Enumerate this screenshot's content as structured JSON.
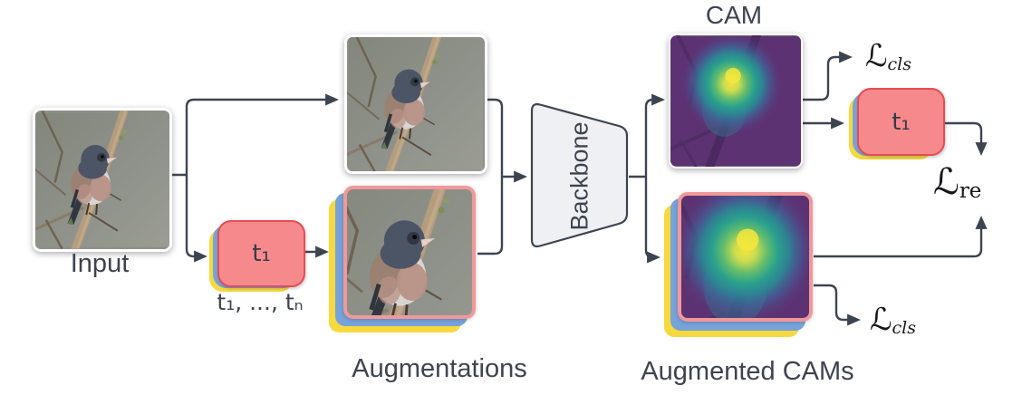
{
  "nodes": {
    "input": {
      "caption": "Input"
    },
    "transform": {
      "label": "t₁",
      "caption": "t₁, ..., tₙ"
    },
    "augmentations": {
      "caption": "Augmentations"
    },
    "backbone": {
      "label": "Backbone"
    },
    "cam": {
      "title": "CAM"
    },
    "augmented_cams": {
      "caption": "Augmented CAMs"
    },
    "transform_right": {
      "label": "t₁"
    }
  },
  "losses": {
    "cls_top": {
      "symbol": "ℒ",
      "sub": "cls"
    },
    "re": {
      "symbol": "ℒ",
      "sub": "re"
    },
    "cls_bottom": {
      "symbol": "ℒ",
      "sub": "cls"
    }
  },
  "colors": {
    "arrow": "#3d4451",
    "text": "#3d4451",
    "card_red": "#f6898c",
    "card_red_border": "#e44d52",
    "card_blue": "#76a3da",
    "card_yellow": "#f6d93f",
    "image_border_salmon": "#f0989a",
    "backbone_fill": "#eef0f3",
    "cam_purple": "#5d3272"
  }
}
